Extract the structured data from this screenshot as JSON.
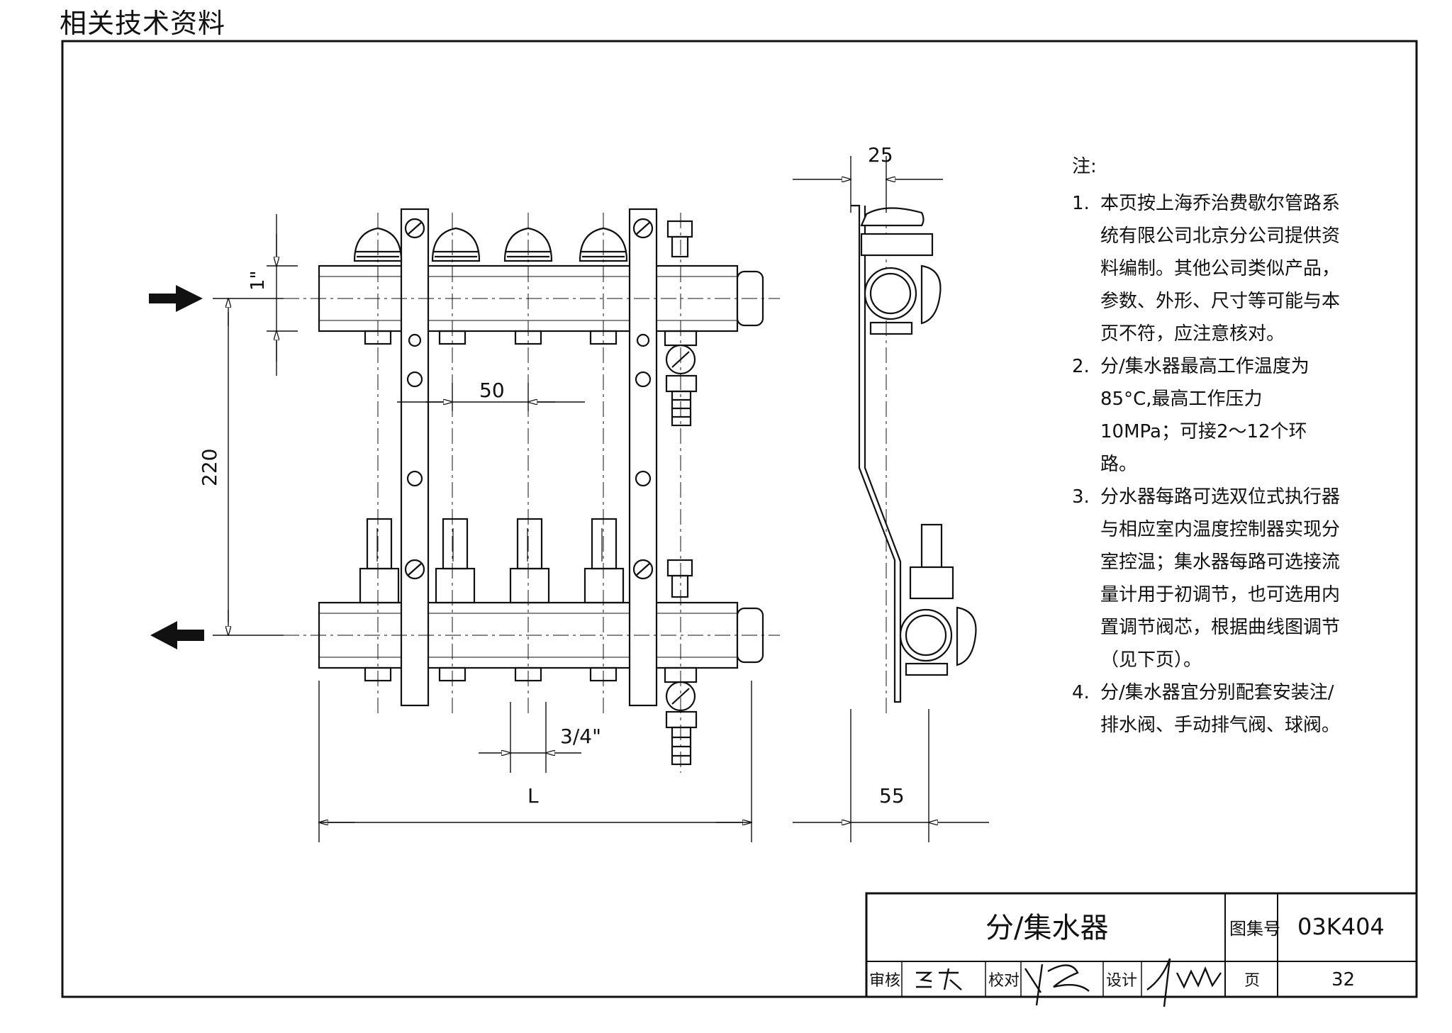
{
  "header": {
    "title": "相关技术资料"
  },
  "dimensions": {
    "width_25": "25",
    "pipe_size_1in": "1\"",
    "spacing_50": "50",
    "height_220": "220",
    "thread_3_4": "3/4\"",
    "length_L": "L",
    "depth_55": "55"
  },
  "notes": {
    "heading": "注:",
    "items": [
      {
        "num": "1.",
        "text": "本页按上海乔治费歇尔管路系统有限公司北京分公司提供资料编制。其他公司类似产品，参数、外形、尺寸等可能与本页不符，应注意核对。"
      },
      {
        "num": "2.",
        "text": "分/集水器最高工作温度为85°C,最高工作压力10MPa；可接2～12个环路。"
      },
      {
        "num": "3.",
        "text": "分水器每路可选双位式执行器与相应室内温度控制器实现分室控温；集水器每路可选接流量计用于初调节，也可选用内置调节阀芯，根据曲线图调节（见下页）。"
      },
      {
        "num": "4.",
        "text": "分/集水器宜分别配套安装注/排水阀、手动排气阀、球阀。"
      }
    ]
  },
  "title_block": {
    "drawing_title": "分/集水器",
    "atlas_label": "图集号",
    "atlas_value": "03K404",
    "review_label": "审核",
    "check_label": "校对",
    "design_label": "设计",
    "page_label": "页",
    "page_value": "32"
  }
}
